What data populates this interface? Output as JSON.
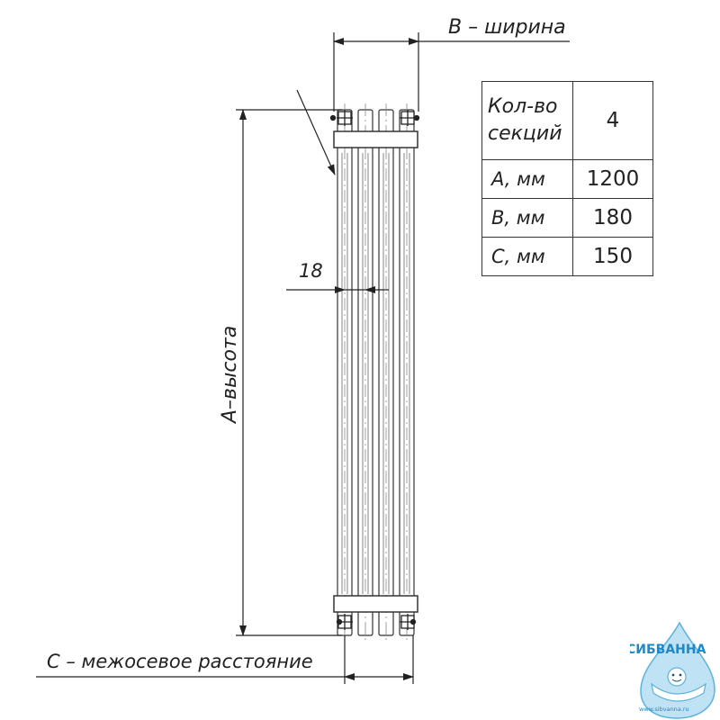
{
  "labels": {
    "width": "B – ширина",
    "height": "A–высота",
    "distance": "C – межосевое расстояние",
    "tube_dim": "18"
  },
  "spec_table": {
    "rows": [
      {
        "label": "Кол-во секций",
        "value": "4"
      },
      {
        "label": "A, мм",
        "value": "1200"
      },
      {
        "label": "B, мм",
        "value": "180"
      },
      {
        "label": "C, мм",
        "value": "150"
      }
    ]
  },
  "logo": {
    "brand": "СИБВАННА",
    "url": "www.sibvanna.ru",
    "colors": {
      "brand_text": "#1e88c8",
      "drop": "#bfe3f5",
      "drop_edge": "#5fb2de"
    }
  }
}
